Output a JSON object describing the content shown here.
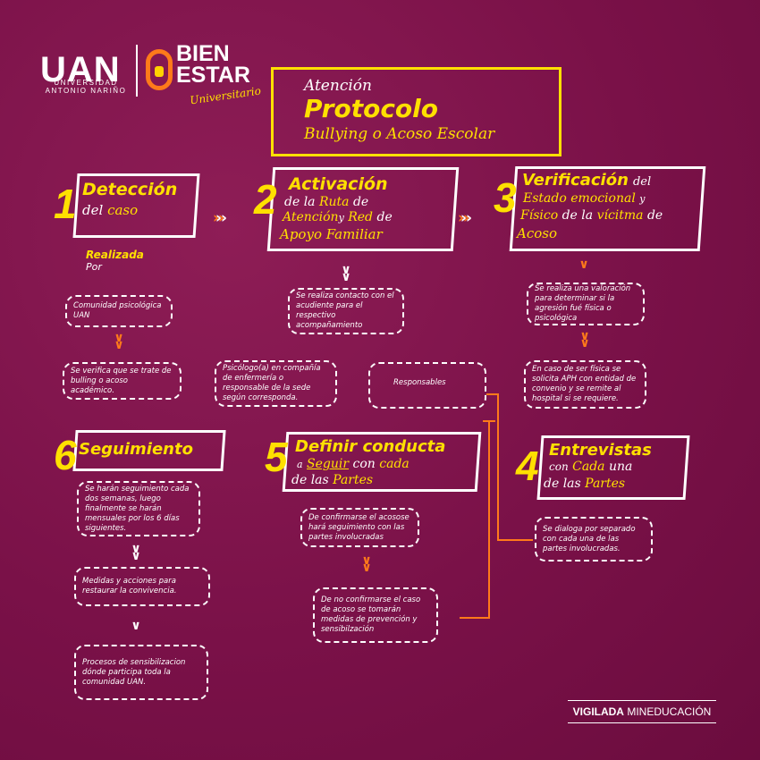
{
  "logo": {
    "uan": "UAN",
    "uan_sub_1": "UNIVERSIDAD",
    "uan_sub_2": "ANTONIO NARIÑO",
    "bien_1": "BIEN",
    "bien_2": "ESTAR",
    "bien_sub": "Universitario"
  },
  "title": {
    "line1": "Atención",
    "line2": "Protocolo",
    "line3": "Bullying o Acoso Escolar"
  },
  "step1": {
    "number": "1",
    "heading": "Detección",
    "sub_a": "del",
    "sub_b": "caso",
    "realizada": "Realizada",
    "por": "Por",
    "pill_1": "Comunidad psicológica UAN",
    "pill_2": "Se verifica que se trate de bulling o acoso académico."
  },
  "step2": {
    "number": "2",
    "heading": "Activación",
    "l1a": "de la",
    "l1b": "Ruta",
    "l1c": "de",
    "l2a": "Atención",
    "l2b": "y",
    "l2c": "Red",
    "l2d": "de",
    "l3": "Apoyo Familiar",
    "pill_1": "Se realiza contacto con el acudiente para el respectivo acompañamiento",
    "pill_2": "Psicólogo(a) en compañía de enfermería o responsable de la sede según corresponda.",
    "pill_3": "Responsables"
  },
  "step3": {
    "number": "3",
    "heading": "Verificación",
    "h_del": "del",
    "l1a": "Estado emocional",
    "l1b": "y",
    "l2a": "Físico",
    "l2b": "de la",
    "l2c": "vícitma",
    "l2d": "de",
    "l3": "Acoso",
    "pill_1": "Se realiza una valoración para determinar si la agresión fué física o psicológica",
    "pill_2": "En caso de ser física se solicita APH con entidad de convenio y se remite al hospital si se requiere."
  },
  "step4": {
    "number": "4",
    "heading": "Entrevistas",
    "l1a": "con",
    "l1b": "Cada",
    "l1c": "una",
    "l2a": "de las",
    "l2b": "Partes",
    "pill_1": "Se dialoga por separado con cada una de las partes involucradas."
  },
  "step5": {
    "number": "5",
    "heading": "Definir conducta",
    "l1a": "a",
    "l1b": "Seguir",
    "l1c": "con",
    "l1d": "cada",
    "l2a": "de las",
    "l2b": "Partes",
    "pill_1": "De confirmarse el acosose hará seguimiento con las partes involucradas",
    "pill_2": "De no confirmarse el caso de acoso se tomarán medidas de prevención y sensibilzación"
  },
  "step6": {
    "number": "6",
    "heading": "Seguimiento",
    "pill_1": "Se harán seguimiento cada dos semanas, luego finalmente se harán mensuales por los 6 días siguientes.",
    "pill_2": "Medidas y acciones para restaurar la convivencia.",
    "pill_3": "Procesos de sensibilizacion dónde participa toda la comunidad UAN."
  },
  "footer": {
    "vigilada": "VIGILADA",
    "mineducacion": "MINEDUCACIÓN"
  },
  "colors": {
    "background": "#7a1148",
    "accent_yellow": "#ffe000",
    "accent_orange": "#ff7a1a"
  },
  "icons": [
    "double-chevron-right-icon",
    "double-chevron-down-icon"
  ]
}
